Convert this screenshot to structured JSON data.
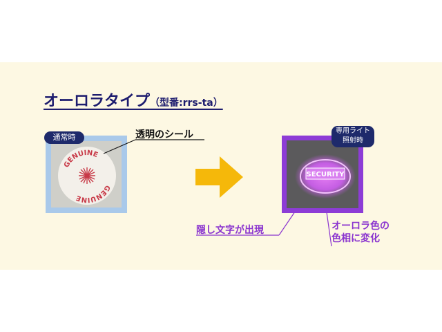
{
  "title": "オーロラタイプ",
  "model_label": "（型番:rrs-ta）",
  "normal_badge": "通常時",
  "light_badge_line1": "専用ライト",
  "light_badge_line2": "照射時",
  "seal_label": "透明のシール",
  "hidden_text_label": "隠し文字が出現",
  "aurora_label_line1": "オーロラ色の",
  "aurora_label_line2": "色相に変化",
  "seal_text_normal": "GENUINE",
  "seal_text_light": "SECURITY",
  "colors": {
    "title": "#1d1c6e",
    "arrow": "#f5b80a",
    "purple": "#8a34cf",
    "badge": "#1e2a6b",
    "panel": "#fdf8e3"
  }
}
